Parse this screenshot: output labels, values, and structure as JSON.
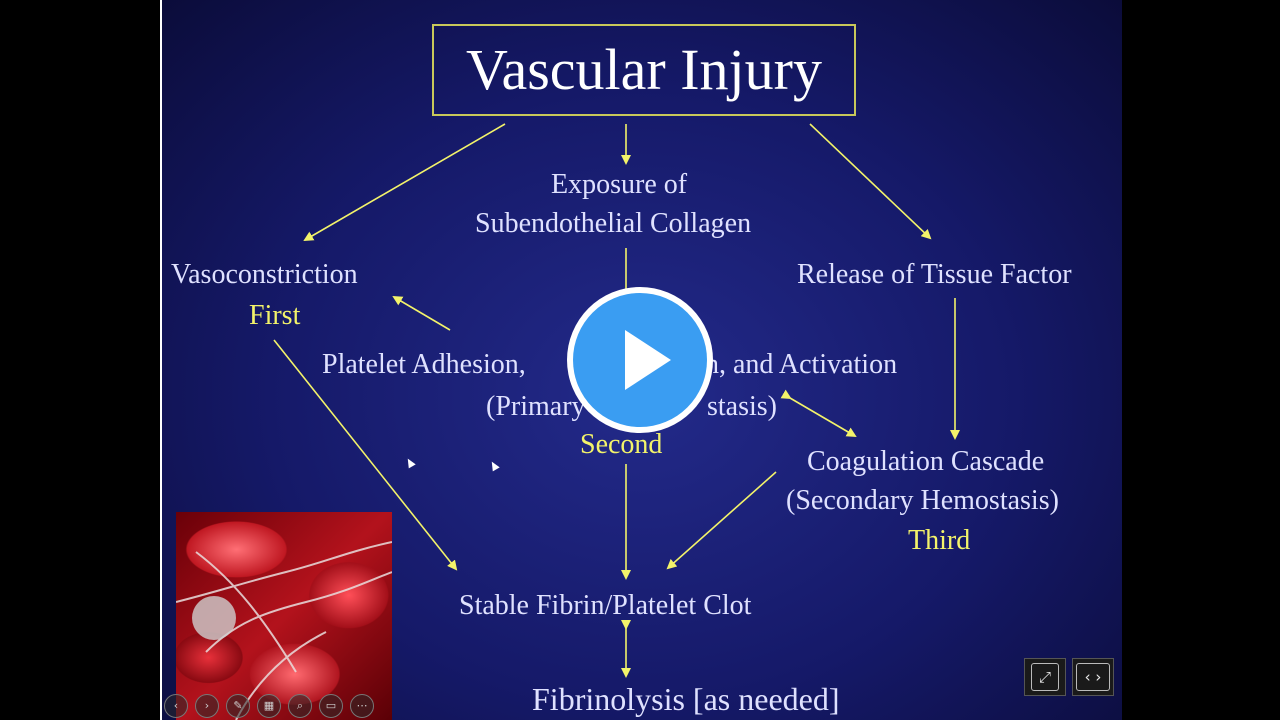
{
  "slide": {
    "title": "Vascular Injury",
    "exposure_line1": "Exposure of",
    "exposure_line2": "Subendothelial Collagen",
    "vasoconstriction": "Vasoconstriction",
    "first": "First",
    "tissue_factor": "Release of Tissue Factor",
    "platelet_left": "Platelet Adhesion,",
    "platelet_mid": "n, and Activation",
    "primary_left": "(Primary",
    "primary_right": "stasis)",
    "second": "Second",
    "coag_line1": "Coagulation Cascade",
    "coag_line2": "(Secondary Hemostasis)",
    "third": "Third",
    "clot": "Stable Fibrin/Platelet Clot",
    "fibrinolysis": "Fibrinolysis [as needed]"
  },
  "colors": {
    "arrow": "#f3f36a",
    "play_blue": "#3a9df2",
    "slide_bg": "#1b1f78"
  },
  "toolbar": {
    "icons": [
      "prev-icon",
      "next-icon",
      "pen-icon",
      "slides-grid-icon",
      "zoom-icon",
      "subtitles-icon",
      "more-icon"
    ],
    "glyphs": [
      "‹",
      "›",
      "✎",
      "▦",
      "⌕",
      "▭",
      "⋯"
    ]
  },
  "controls": {
    "fit_glyph": "⤢",
    "nav_glyph": "‹ ›"
  }
}
